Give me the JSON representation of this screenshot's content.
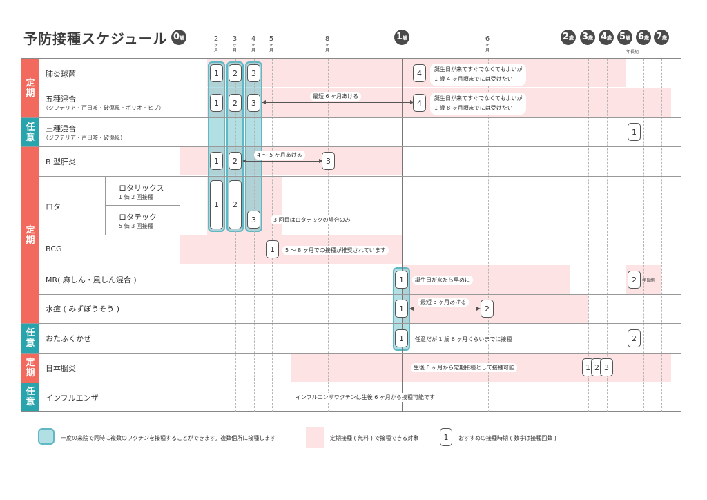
{
  "title": "予防接種スケジュール",
  "age_unit": "歳",
  "month_unit": "ヶ",
  "month_unit2": "月",
  "ages": [
    "0",
    "1",
    "2",
    "3",
    "4",
    "5",
    "6",
    "7"
  ],
  "months": [
    "2",
    "3",
    "4",
    "5",
    "8",
    "6"
  ],
  "kindergarten_label": "年長組",
  "categories": {
    "teiki": "定期",
    "nin_i": "任意"
  },
  "vaccines": {
    "haien": "肺炎球菌",
    "goshu": "五種混合",
    "goshu_sub": "（ジフテリア・百日咳・破傷風・ポリオ・ヒブ）",
    "sanshu": "三種混合",
    "sanshu_sub": "（ジフテリア・百日咳・破傷風）",
    "bkan": "B 型肝炎",
    "rota": "ロタ",
    "rotarix": "ロタリックス",
    "rotarix_sub": "1 価 2 回接種",
    "rotateq": "ロタテック",
    "rotateq_sub": "5 価 3 回接種",
    "bcg": "BCG",
    "mr": "MR( 麻しん・風しん混合 )",
    "suito": "水痘 ( みずぼうそう )",
    "otafuku": "おたふくかぜ",
    "nihon_noen": "日本脳炎",
    "influenza": "インフルエンザ"
  },
  "doses": {
    "d1": "1",
    "d2": "2",
    "d3": "3",
    "d4": "4"
  },
  "notes": {
    "haien_note_1": "誕生日が来てすぐでなくてもよいが",
    "haien_note_2": "1 歳 4 ヶ月頃までには受けたい",
    "goshu_interval": "最短 6 ヶ月あける",
    "goshu_note_1": "誕生日が来てすぐでなくてもよいが",
    "goshu_note_2": "1 歳 8 ヶ月頃までには受けたい",
    "bkan_interval": "4 〜 5 ヶ月あける",
    "rotateq_note": "3 回目はロタテックの場合のみ",
    "bcg_note": "5 〜 8 ヶ月での接種が推奨されています",
    "mr_note": "誕生日が来たら早めに",
    "mr_kinder": "年長組",
    "suito_interval": "最短 3 ヶ月あける",
    "otafuku_note": "任意だが 1 歳 6 ヶ月くらいまでに接種",
    "noen_note": "生後 6 ヶ月から定期接種として接種可能",
    "influenza_note": "インフルエンザワクチンは生後 6 ヶ月から接種可能です"
  },
  "legend": {
    "teal_text": "一度の来院で同時に複数のワクチンを接種することができます。複数個所に接種します",
    "pink_text": "定期接種 ( 無料 ) で接種できる対象",
    "dose_sample": "1",
    "dose_text": "おすすめの接種時期 ( 数字は接種回数 )"
  },
  "colors": {
    "teiki_red": "#f26a5d",
    "nin_i_teal": "#2aa4ac",
    "pink_band": "#fde3e3",
    "simultaneous_teal": "#71c4ce"
  }
}
